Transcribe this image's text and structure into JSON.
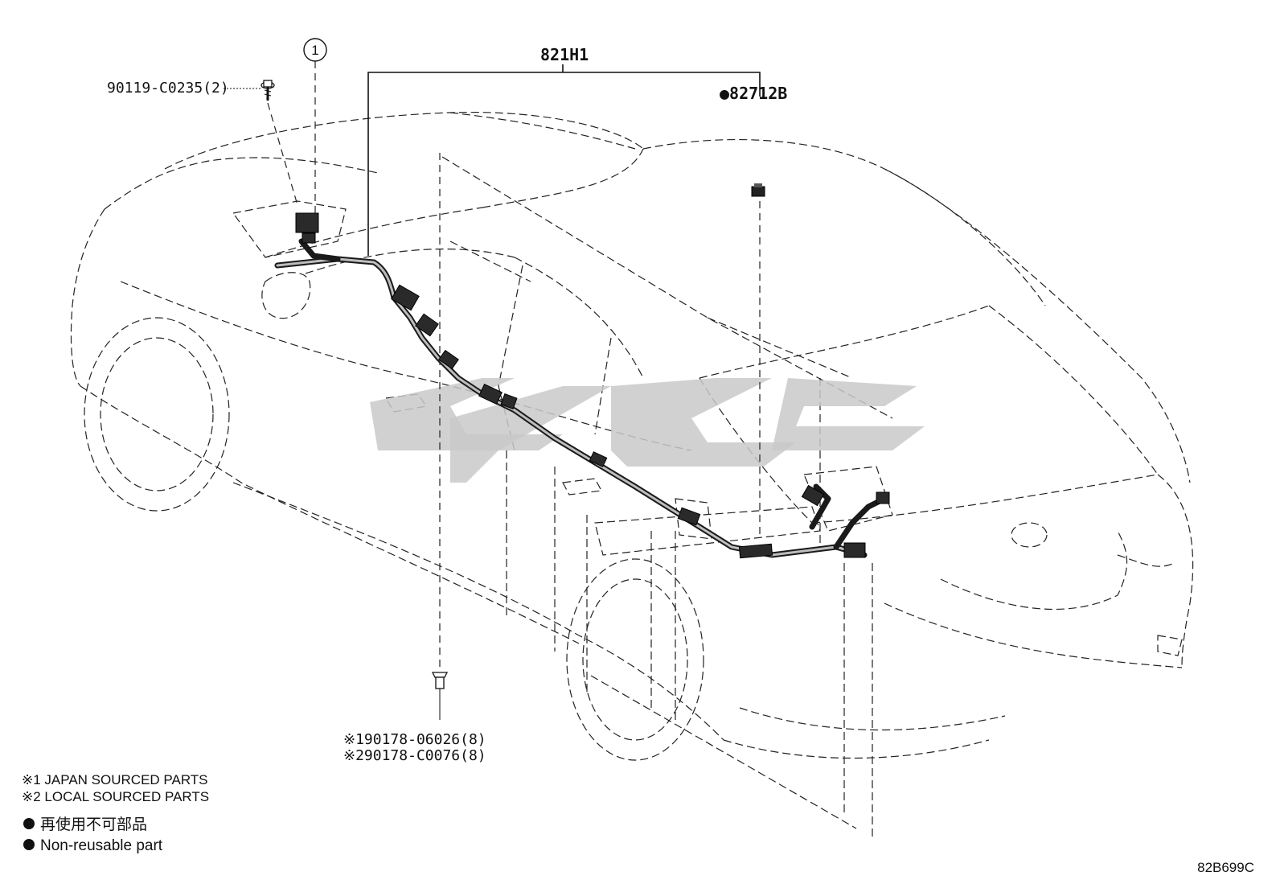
{
  "diagram": {
    "parts": {
      "harness_assembly": "821H1",
      "clamp": "●82712B",
      "bolt": "90119-C0235(2)",
      "callout_marker": "1",
      "clip_line_1": "※190178-06026(8)",
      "clip_line_2": "※290178-C0076(8)"
    },
    "legend": {
      "note_1": "※1 JAPAN SOURCED PARTS",
      "note_2": "※2 LOCAL SOURCED PARTS",
      "non_reusable_jp": "再使用不可部品",
      "non_reusable_en": "Non-reusable part",
      "bullet": "●"
    },
    "figure_id": "82B699C"
  },
  "icons": {
    "watermark": "ccc-logo-watermark",
    "bolt": "bolt-icon",
    "clip": "clip-icon",
    "clamp": "clamp-icon"
  }
}
